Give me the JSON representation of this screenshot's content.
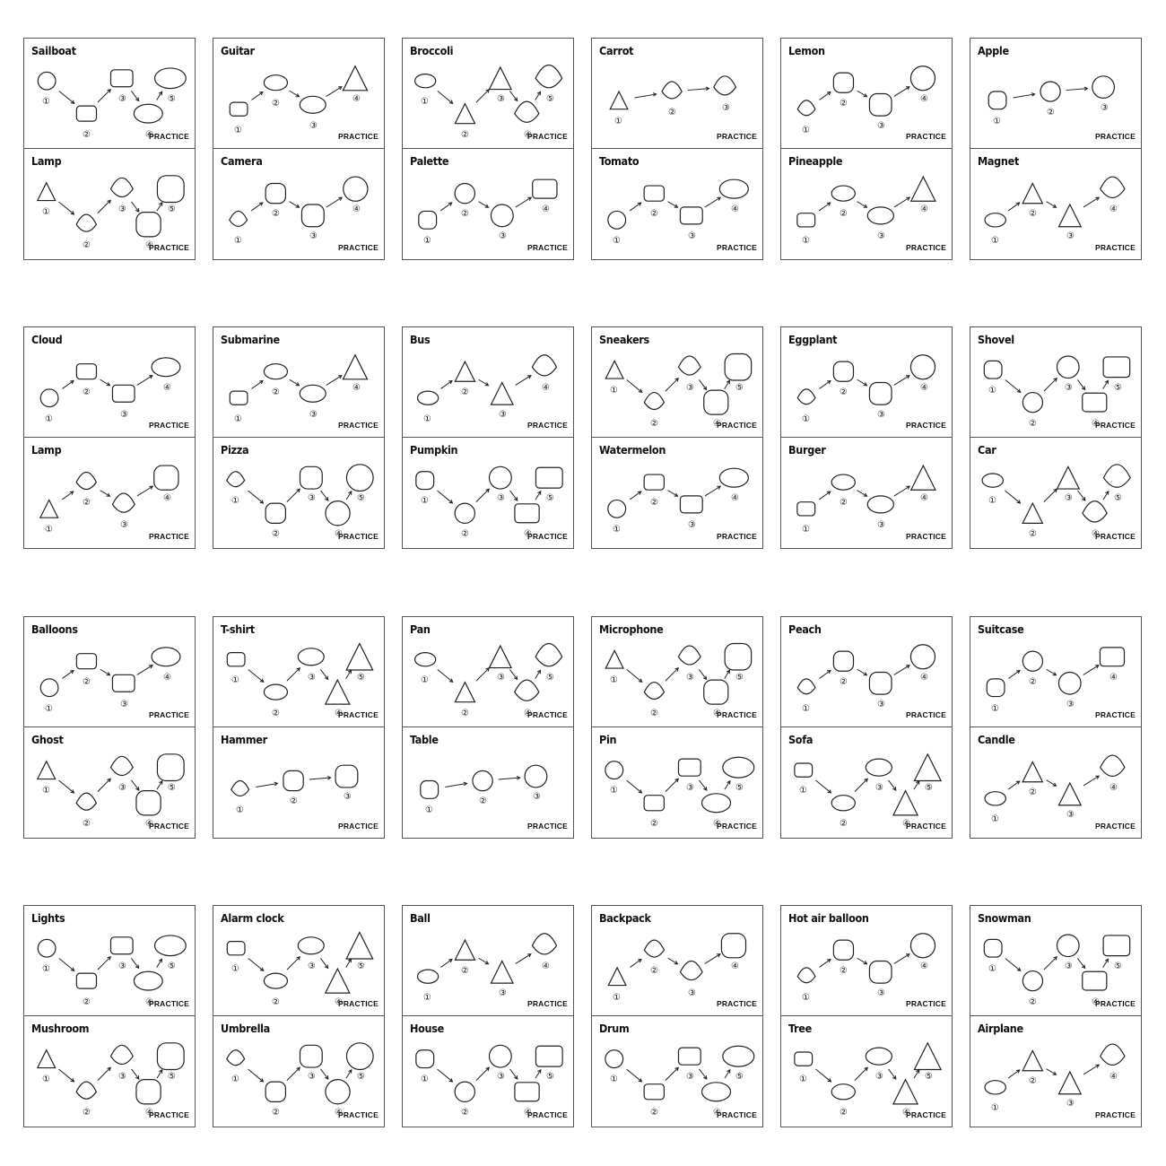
{
  "practice_label": "PRACTICE",
  "cards": [
    {
      "top": "Sailboat",
      "bottom": "Lamp"
    },
    {
      "top": "Guitar",
      "bottom": "Camera"
    },
    {
      "top": "Broccoli",
      "bottom": "Palette"
    },
    {
      "top": "Carrot",
      "bottom": "Tomato"
    },
    {
      "top": "Lemon",
      "bottom": "Pineapple"
    },
    {
      "top": "Apple",
      "bottom": "Magnet"
    },
    {
      "top": "Cloud",
      "bottom": "Lamp"
    },
    {
      "top": "Submarine",
      "bottom": "Pizza"
    },
    {
      "top": "Bus",
      "bottom": "Pumpkin"
    },
    {
      "top": "Sneakers",
      "bottom": "Watermelon"
    },
    {
      "top": "Eggplant",
      "bottom": "Burger"
    },
    {
      "top": "Shovel",
      "bottom": "Car"
    },
    {
      "top": "Balloons",
      "bottom": "Ghost"
    },
    {
      "top": "T-shirt",
      "bottom": "Hammer"
    },
    {
      "top": "Pan",
      "bottom": "Table"
    },
    {
      "top": "Microphone",
      "bottom": "Pin"
    },
    {
      "top": "Peach",
      "bottom": "Sofa"
    },
    {
      "top": "Suitcase",
      "bottom": "Candle"
    },
    {
      "top": "Lights",
      "bottom": "Mushroom"
    },
    {
      "top": "Alarm clock",
      "bottom": "Umbrella"
    },
    {
      "top": "Ball",
      "bottom": "House"
    },
    {
      "top": "Backpack",
      "bottom": "Drum"
    },
    {
      "top": "Hot air balloon",
      "bottom": "Tree"
    },
    {
      "top": "Snowman",
      "bottom": "Airplane"
    }
  ],
  "steps": [
    {
      "t": [
        "①",
        "②",
        "③",
        "④",
        "⑤"
      ],
      "b": [
        "①",
        "②",
        "③",
        "④",
        "⑤"
      ]
    },
    {
      "t": [
        "①",
        "②",
        "③",
        "④"
      ],
      "b": [
        "①",
        "②",
        "③",
        "④"
      ]
    },
    {
      "t": [
        "①",
        "②",
        "③",
        "④",
        "⑤"
      ],
      "b": [
        "①",
        "②",
        "③",
        "④"
      ]
    },
    {
      "t": [
        "①",
        "②",
        "③"
      ],
      "b": [
        "①",
        "②",
        "③",
        "④"
      ]
    },
    {
      "t": [
        "①",
        "②",
        "③",
        "④"
      ],
      "b": [
        "①",
        "②",
        "③",
        "④"
      ]
    },
    {
      "t": [
        "①",
        "②",
        "③"
      ],
      "b": [
        "①",
        "②",
        "③",
        "④"
      ]
    },
    {
      "t": [
        "①",
        "②",
        "③",
        "④"
      ],
      "b": [
        "①",
        "②",
        "③",
        "④"
      ]
    },
    {
      "t": [
        "①",
        "②",
        "③",
        "④"
      ],
      "b": [
        "①",
        "②",
        "③",
        "④",
        "⑤"
      ]
    },
    {
      "t": [
        "①",
        "②",
        "③",
        "④"
      ],
      "b": [
        "①",
        "②",
        "③",
        "④",
        "⑤"
      ]
    },
    {
      "t": [
        "①",
        "②",
        "③",
        "④",
        "⑤"
      ],
      "b": [
        "①",
        "②",
        "③",
        "④"
      ]
    },
    {
      "t": [
        "①",
        "②",
        "③",
        "④"
      ],
      "b": [
        "①",
        "②",
        "③",
        "④"
      ]
    },
    {
      "t": [
        "①",
        "②",
        "③",
        "④",
        "⑤"
      ],
      "b": [
        "①",
        "②",
        "③",
        "④",
        "⑤"
      ]
    },
    {
      "t": [
        "①",
        "②",
        "③",
        "④"
      ],
      "b": [
        "①",
        "②",
        "③",
        "④",
        "⑤"
      ]
    },
    {
      "t": [
        "①",
        "②",
        "③",
        "④",
        "⑤"
      ],
      "b": [
        "①",
        "②",
        "③"
      ]
    },
    {
      "t": [
        "①",
        "②",
        "③",
        "④",
        "⑤"
      ],
      "b": [
        "①",
        "②",
        "③"
      ]
    },
    {
      "t": [
        "①",
        "②",
        "③",
        "④",
        "⑤"
      ],
      "b": [
        "①",
        "②",
        "③",
        "④",
        "⑤"
      ]
    },
    {
      "t": [
        "①",
        "②",
        "③",
        "④"
      ],
      "b": [
        "①",
        "②",
        "③",
        "④",
        "⑤"
      ]
    },
    {
      "t": [
        "①",
        "②",
        "③",
        "④"
      ],
      "b": [
        "①",
        "②",
        "③",
        "④"
      ]
    },
    {
      "t": [
        "①",
        "②",
        "③",
        "④",
        "⑤"
      ],
      "b": [
        "①",
        "②",
        "③",
        "④",
        "⑤"
      ]
    },
    {
      "t": [
        "①",
        "②",
        "③",
        "④",
        "⑤"
      ],
      "b": [
        "①",
        "②",
        "③",
        "④",
        "⑤"
      ]
    },
    {
      "t": [
        "①",
        "②",
        "③",
        "④"
      ],
      "b": [
        "①",
        "②",
        "③",
        "④",
        "⑤"
      ]
    },
    {
      "t": [
        "①",
        "②",
        "③",
        "④"
      ],
      "b": [
        "①",
        "②",
        "③",
        "④",
        "⑤"
      ]
    },
    {
      "t": [
        "①",
        "②",
        "③",
        "④"
      ],
      "b": [
        "①",
        "②",
        "③",
        "④",
        "⑤"
      ]
    },
    {
      "t": [
        "①",
        "②",
        "③",
        "④",
        "⑤"
      ],
      "b": [
        "①",
        "②",
        "③",
        "④"
      ]
    }
  ]
}
